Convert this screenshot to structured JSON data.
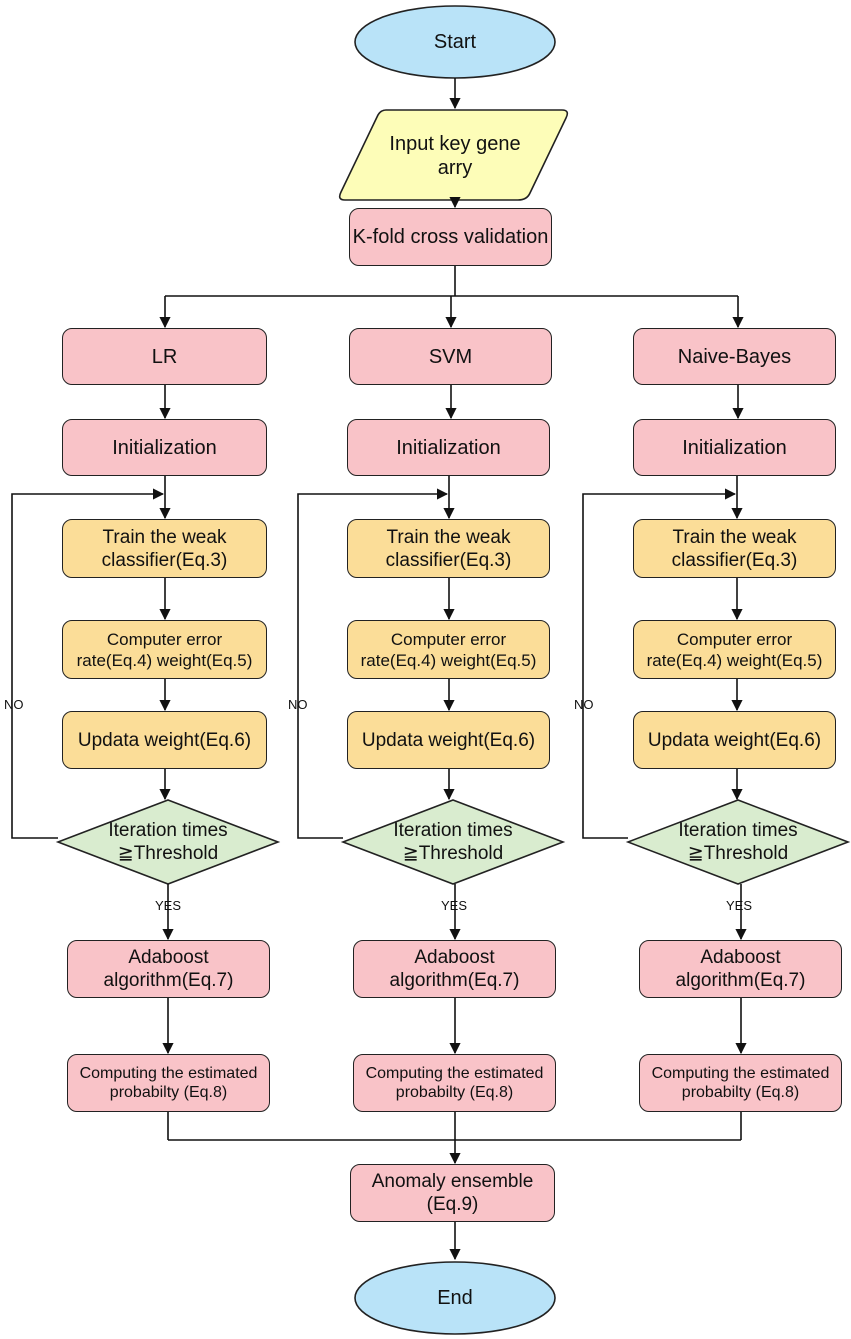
{
  "start": "Start",
  "input": "Input key gene arry",
  "kfold": "K-fold cross validation",
  "end": "End",
  "ensemble": "Anomaly ensemble (Eq.9)",
  "labels": {
    "no": "NO",
    "yes": "YES"
  },
  "branches": [
    {
      "model": "LR",
      "init": "Initialization",
      "train": "Train the weak classifier(Eq.3)",
      "error": "Computer error rate(Eq.4) weight(Eq.5)",
      "update": "Updata weight(Eq.6)",
      "decision": "Iteration times ≧Threshold",
      "adaboost": "Adaboost algorithm(Eq.7)",
      "prob": "Computing the estimated probabilty (Eq.8)"
    },
    {
      "model": "SVM",
      "init": "Initialization",
      "train": "Train the weak classifier(Eq.3)",
      "error": "Computer error rate(Eq.4) weight(Eq.5)",
      "update": "Updata weight(Eq.6)",
      "decision": "Iteration times ≧Threshold",
      "adaboost": "Adaboost algorithm(Eq.7)",
      "prob": "Computing the estimated probabilty (Eq.8)"
    },
    {
      "model": "Naive-Bayes",
      "init": "Initialization",
      "train": "Train the weak classifier(Eq.3)",
      "error": "Computer error rate(Eq.4) weight(Eq.5)",
      "update": "Updata weight(Eq.6)",
      "decision": "Iteration times ≧Threshold",
      "adaboost": "Adaboost algorithm(Eq.7)",
      "prob": "Computing the estimated probabilty (Eq.8)"
    }
  ],
  "colors": {
    "terminal": "#b9e3f8",
    "input": "#fdfdb8",
    "process": "#f9c3c8",
    "loop_step": "#fbdd98",
    "decision": "#d9eccf",
    "line": "#111111"
  }
}
